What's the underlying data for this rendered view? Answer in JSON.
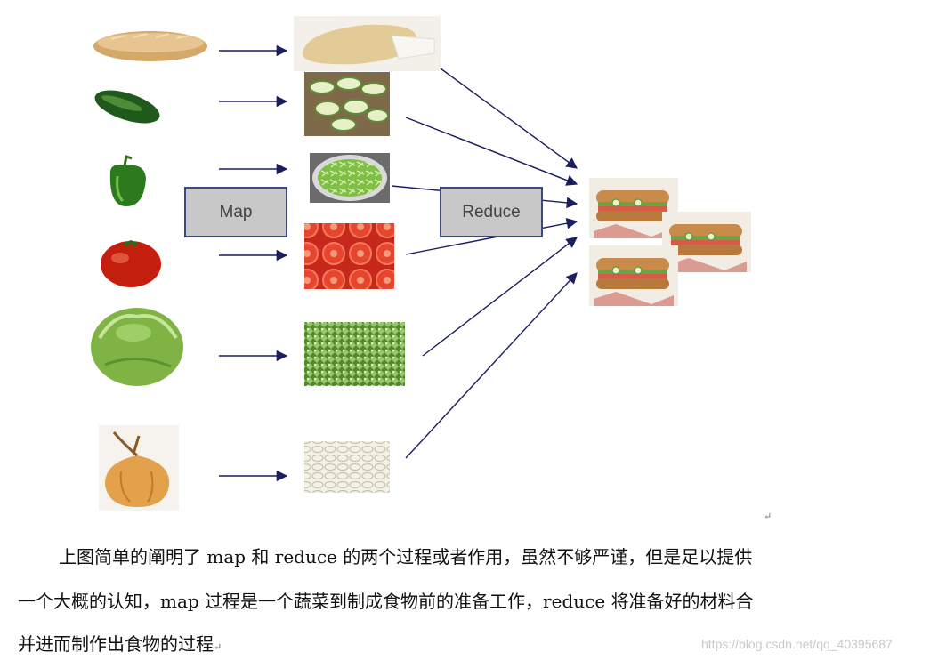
{
  "diagram": {
    "map_label": "Map",
    "reduce_label": "Reduce",
    "raw_ingredients": [
      "bread-loaf",
      "cucumber",
      "green-pepper",
      "tomato",
      "lettuce",
      "onion"
    ],
    "processed_ingredients": [
      "sliced-bread",
      "sliced-cucumber",
      "chopped-pepper",
      "sliced-tomato",
      "chopped-lettuce",
      "sliced-onion"
    ],
    "result": "sandwiches"
  },
  "text": {
    "line1": "上图简单的阐明了 map 和 reduce 的两个过程或者作用，虽然不够严谨，但是足以提供",
    "line2": "一个大概的认知，map 过程是一个蔬菜到制成食物前的准备工作，reduce 将准备好的材料合",
    "line3": "并进而制作出食物的过程",
    "return_mark": "↵",
    "watermark": "https://blog.csdn.net/qq_40395687"
  }
}
